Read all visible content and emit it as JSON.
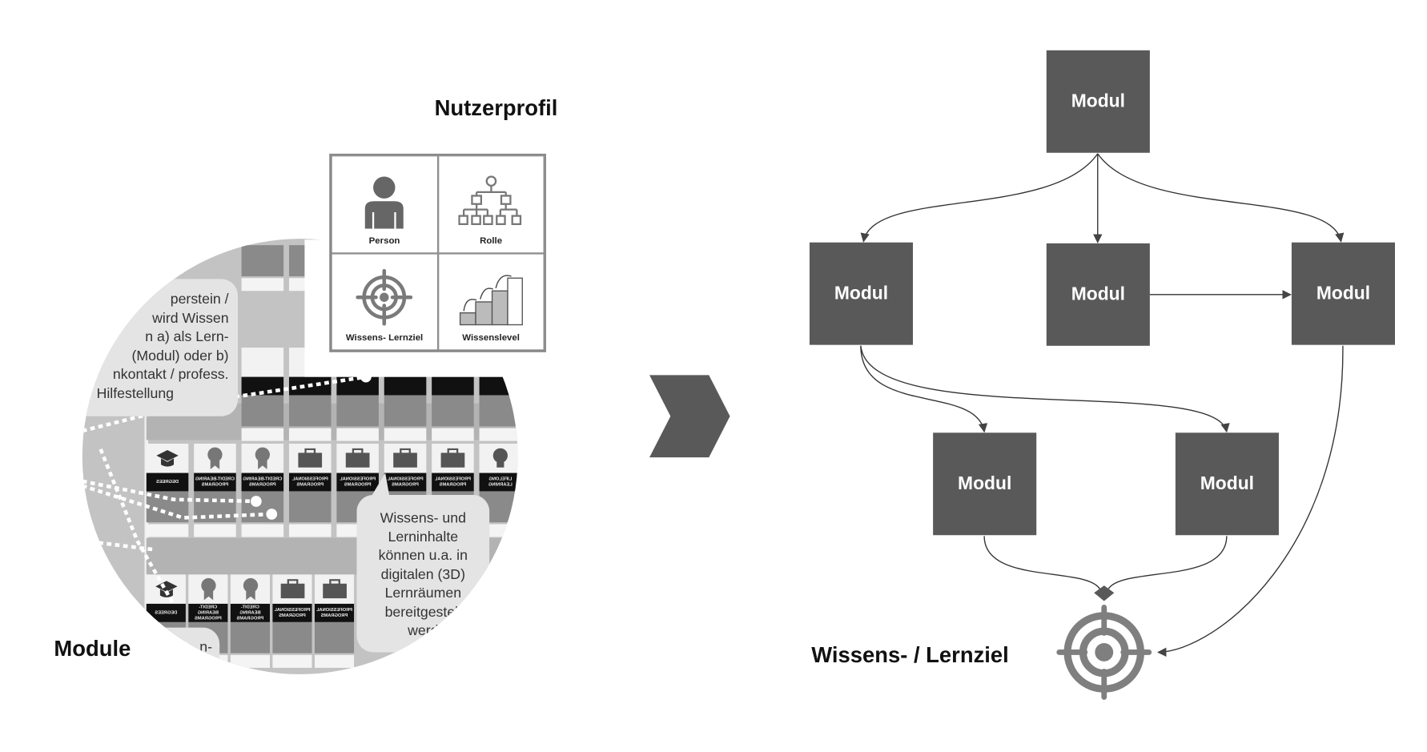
{
  "left_panel": {
    "title_profile": "Nutzerprofil",
    "title_modules": "Module",
    "profile_cells": [
      {
        "label": "Person",
        "icon": "person-icon"
      },
      {
        "label": "Rolle",
        "icon": "org-chart-icon"
      },
      {
        "label": "Wissens- Lernziel",
        "icon": "target-icon"
      },
      {
        "label": "Wissenslevel",
        "icon": "steps-chart-icon"
      }
    ],
    "bubble_1_lines": [
      "perstein /",
      "wird Wissen",
      "n a) als Lern-",
      "(Modul) oder b)",
      "nkontakt / profess.",
      "Hilfestellung"
    ],
    "bubble_2_lines": [
      "Wissens- und",
      "Lerninhalte",
      "können u.a. in",
      "digitalen (3D)",
      "Lernräumen",
      "bereitgestell",
      "werd"
    ],
    "bubble_3_lines": [
      "n-"
    ],
    "tile_rows": [
      [
        "DEGREES",
        "CREDIT-BEARING PROGRAMS",
        "CREDIT-BEARING PROGRAMS",
        "PROFESSIONAL PROGRAMS",
        "PROFESSIONAL PROGRAMS",
        "PROFESSIONAL PROGRAMS",
        "PROFESSIONAL PROGRAMS",
        "LIFELONG LEARNING"
      ],
      [
        "DEGREES",
        "CREDIT-BEARING PROGRAMS",
        "CREDIT-BEARING PROGRAMS",
        "PROFESSIONAL PROGRAMS",
        "PROFESSIONAL PROGRAMS"
      ]
    ],
    "colors": {
      "tile_dark": "#111111",
      "tile_gray": "#8a8a8a",
      "circle_bg": "#c3c3c3"
    }
  },
  "separator": {
    "icon": "chevron-right-icon"
  },
  "right_panel": {
    "modules": [
      "Modul",
      "Modul",
      "Modul",
      "Modul",
      "Modul",
      "Modul"
    ],
    "goal_label": "Wissens- / Lernziel",
    "goal_icon": "target-icon",
    "colors": {
      "module_fill": "#595959",
      "module_text": "#ffffff",
      "target": "#7f7f7f"
    }
  }
}
